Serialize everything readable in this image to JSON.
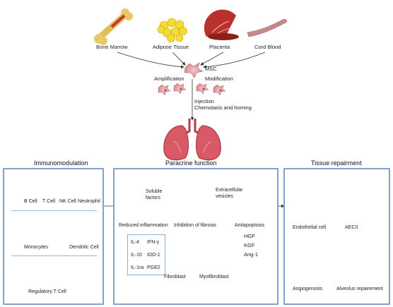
{
  "sources": {
    "bone_marrow": "Bone Marrow",
    "adipose_tissue": "Adipose Tissue",
    "placenta": "Placenta",
    "cord_blood": "Cord Blood"
  },
  "process": {
    "msc": "MSC",
    "amplification": "Amplification",
    "modification": "Modification",
    "injection": "Injection",
    "chemotaxis": "Chemotaxis and homing"
  },
  "immunomodulation": {
    "title": "Immunomodulation",
    "b_cell": "B Cell",
    "t_cell": "T Cell",
    "nk_cell": "NK Cell",
    "neutrophil": "Neutrophil",
    "monocytes": "Monocytes",
    "dendritic_cell": "Dendritic Cell",
    "regulatory_t_cell": "Regulatory T Cell"
  },
  "paracrine": {
    "title": "Paracrine  function",
    "soluble_factors_1": "Soluble",
    "soluble_factors_2": "factors",
    "extracellular_1": "Extracellular",
    "extracellular_2": "vesicles",
    "reduced_inflammation": "Reduced inflammation",
    "inhibition_of_fibrosis": "Inhibition of fibrosis",
    "antiapoptosis": "Antiapoptosis",
    "cytokines": {
      "il4": "IL-4",
      "ifn": "IFN-γ",
      "il10": "IL-10",
      "ido": "IDO-1",
      "il1ra": "IL-1ra",
      "pge2": "PGE2"
    },
    "fibroblast": "Fibroblast",
    "myofibroblast": "Myofibroblast",
    "hgf": "HGF",
    "kgf": "KGF",
    "ang1": "Ang-1"
  },
  "tissue": {
    "title": "Tissue  repairment",
    "endothelial_cell": "Endothelial cell",
    "aecii": "AECII",
    "angiogenesis": "Angiogenosis",
    "alveolus": "Alveolus repairement"
  },
  "colors": {
    "panel_border": "#7fa3cf",
    "arrow": "#333333",
    "bone": "#e8c66a",
    "adipose": "#f2dc3a",
    "placenta": "#c0392b",
    "cord": "#c98a8e",
    "lung": "#d9606a"
  }
}
